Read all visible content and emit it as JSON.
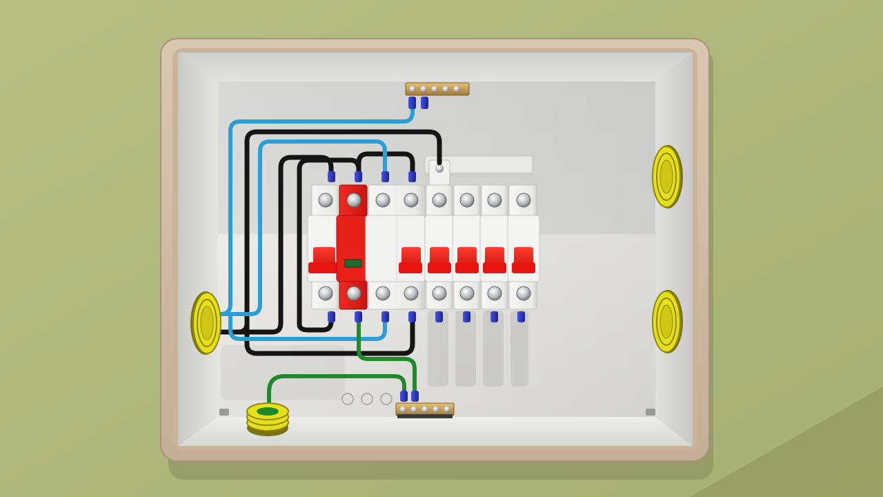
{
  "scene": {
    "subject": "distribution-board",
    "colors": {
      "wall": "#b3bb7e",
      "enclosure": "#cdb9a2",
      "interior": "#e6e5e1",
      "breaker_body": "#ededeb",
      "breaker_accent": "#e3141b",
      "cable_live": "#1b1b1b",
      "cable_neutral": "#2a9fd6",
      "cable_earth": "#1f8a2a",
      "gland": "#e7df1a",
      "ferrule": "#2b33c8",
      "busbar_brass": "#c69a4a"
    },
    "breaker_count": 8,
    "breaker_slots": [
      "main-switch",
      "surge-protector",
      "rcd",
      "rcd",
      "mcb",
      "mcb",
      "mcb",
      "mcb"
    ],
    "glands": [
      "left",
      "bottom-left",
      "right-top",
      "right-bottom"
    ],
    "terminal_bars": [
      "neutral-bar-top",
      "earth-bar-bottom"
    ]
  }
}
